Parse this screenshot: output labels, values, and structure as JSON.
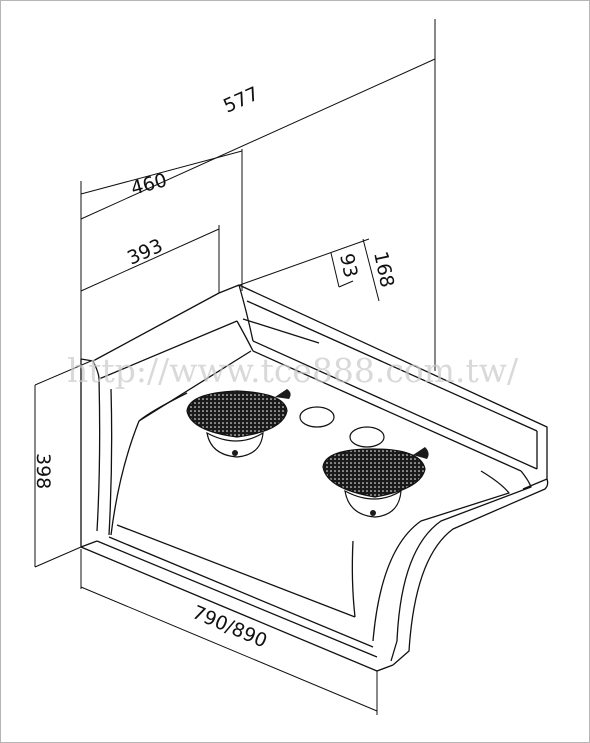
{
  "diagram": {
    "dimensions": {
      "total_depth": "577",
      "depth_mid": "460",
      "depth_inner": "393",
      "height_front": "93",
      "height_total": "168",
      "height_left": "398",
      "width": "790/890"
    },
    "watermark": "http://www.tce888.com.tw/",
    "colors": {
      "line": "#111111",
      "burner": "#1a1a1a",
      "watermark": "#c9c9c9"
    }
  }
}
